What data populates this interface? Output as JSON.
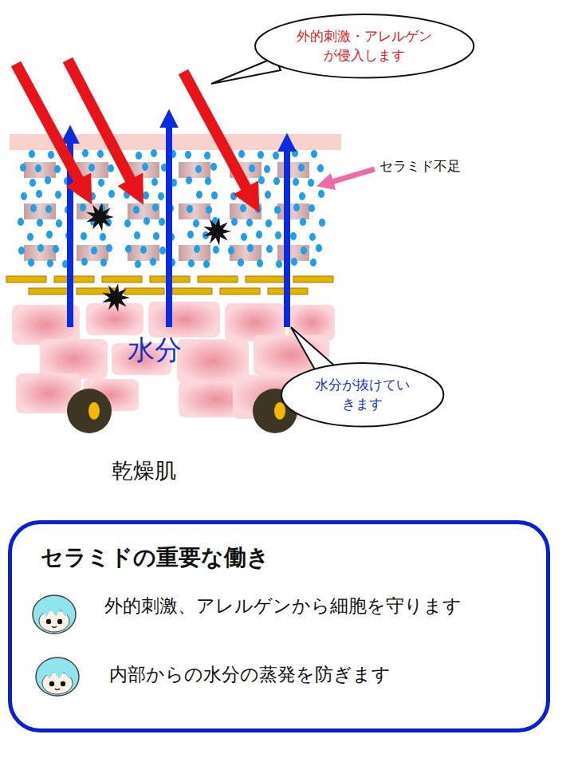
{
  "diagram": {
    "nodes": [
      {
        "text": [
          "外的刺激・アレルゲンが侵入します"
        ]
      },
      {
        "text": [
          "水分が抜けていきます"
        ]
      },
      {
        "text": [
          "セラミドの重要な働き",
          "外的刺激、アレルゲンから細胞を守ります",
          "内部からの水分の蒸発を防ぎます"
        ]
      }
    ],
    "labels": [
      "セラミド不足",
      "水分",
      "乾燥肌"
    ]
  }
}
